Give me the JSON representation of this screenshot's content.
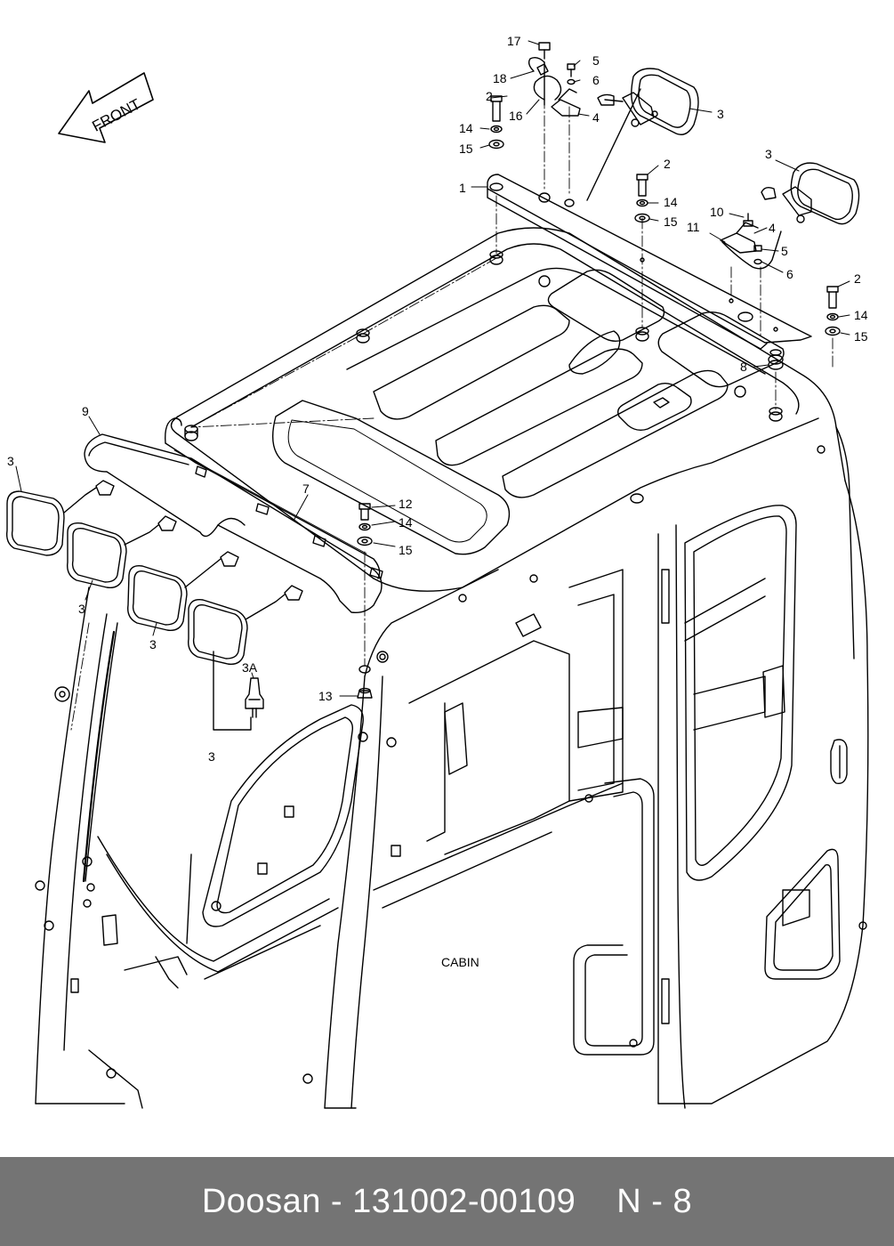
{
  "diagram": {
    "front_label": "FRONT",
    "cabin_label": "CABIN",
    "callouts": {
      "c17": "17",
      "c5a": "5",
      "c18": "18",
      "c6a": "6",
      "c2a": "2",
      "c16": "16",
      "c4a": "4",
      "c3a": "3",
      "c14a": "14",
      "c15a": "15",
      "c1": "1",
      "c2b": "2",
      "c14b": "14",
      "c15b": "15",
      "c3b": "3",
      "c10": "10",
      "c11": "11",
      "c4b": "4",
      "c5b": "5",
      "c6b": "6",
      "c2c": "2",
      "c14c": "14",
      "c15c": "15",
      "c8": "8",
      "c9": "9",
      "c3c": "3",
      "c7": "7",
      "c12": "12",
      "c14d": "14",
      "c15d": "15",
      "c3d": "3",
      "c3e": "3",
      "c3A": "3A",
      "c13": "13",
      "c3f": "3"
    }
  },
  "footer": {
    "brand": "Doosan",
    "separator": "-",
    "part_number": "131002-00109",
    "page_ref": "N - 8"
  }
}
